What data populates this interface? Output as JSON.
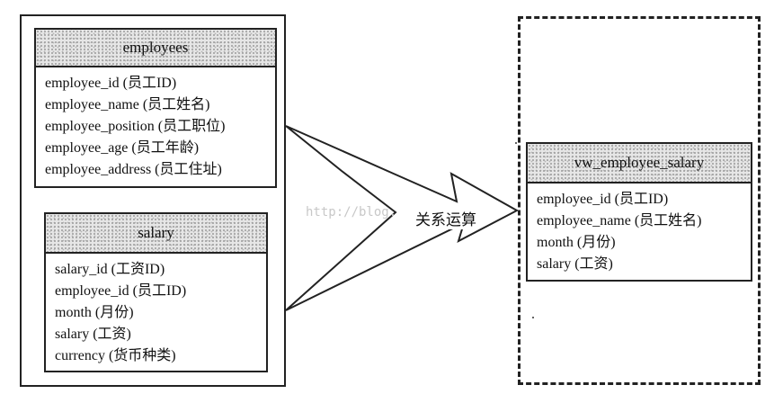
{
  "tables": {
    "employees": {
      "title": "employees",
      "fields": [
        "employee_id (员工ID)",
        "employee_name (员工姓名)",
        "employee_position (员工职位)",
        "employee_age (员工年龄)",
        "employee_address (员工住址)"
      ]
    },
    "salary": {
      "title": "salary",
      "fields": [
        "salary_id (工资ID)",
        "employee_id (员工ID)",
        "month (月份)",
        "salary (工资)",
        "currency (货币种类)"
      ]
    },
    "view": {
      "title": "vw_employee_salary",
      "fields": [
        "employee_id (员工ID)",
        "employee_name (员工姓名)",
        "month (月份)",
        "salary (工资)"
      ]
    }
  },
  "operation_label": "关系运算",
  "watermark": "http://blog."
}
